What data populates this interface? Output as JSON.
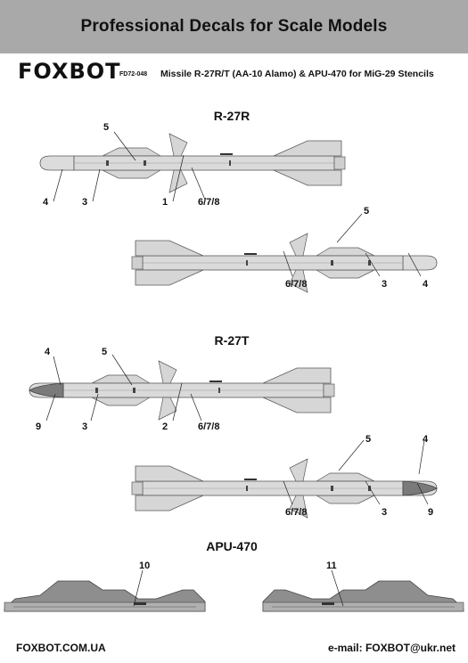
{
  "header": {
    "banner_title": "Professional Decals for Scale Models"
  },
  "brand": {
    "logo": "FOXBOT",
    "product_code": "FD72-048",
    "subtitle": "Missile R-27R/T (AA-10 Alamo) & APU-470 for MiG-29 Stencils"
  },
  "sections": {
    "r27r": "R-27R",
    "r27t": "R-27T",
    "apu470": "APU-470"
  },
  "callouts": {
    "r27r_top": [
      "5",
      "4",
      "3",
      "1",
      "6/7/8"
    ],
    "r27r_bottom": [
      "5",
      "6/7/8",
      "3",
      "4"
    ],
    "r27t_top": [
      "4",
      "5",
      "9",
      "3",
      "2",
      "6/7/8"
    ],
    "r27t_bottom": [
      "5",
      "4",
      "6/7/8",
      "3",
      "9"
    ],
    "apu": [
      "10",
      "11"
    ]
  },
  "footer": {
    "website": "FOXBOT.COM.UA",
    "email": "e-mail: FOXBOT@ukr.net"
  },
  "colors": {
    "banner": "#a9a9a9",
    "missile_body": "#dadada",
    "outline": "#5a5a5a",
    "seeker_t": "#777777",
    "pylon": "#8a8a8a"
  }
}
